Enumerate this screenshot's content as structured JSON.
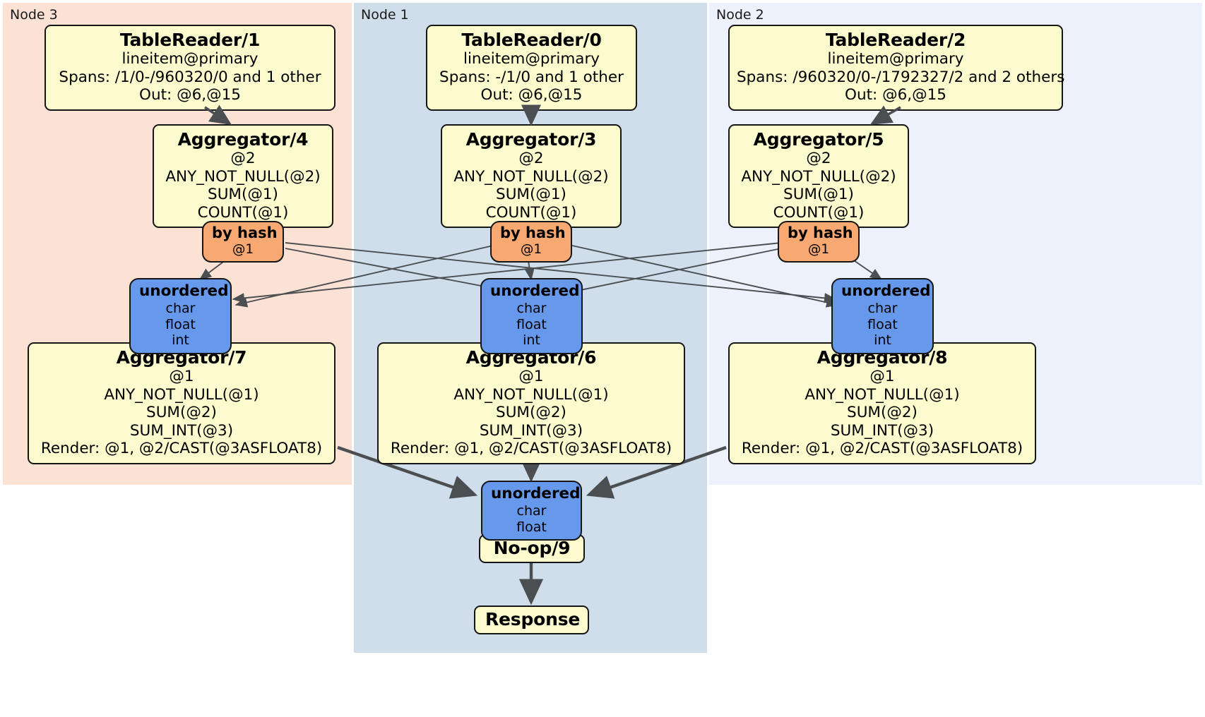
{
  "diagram": {
    "title": "Distributed SQL physical plan",
    "colors": {
      "processor_fill": "#fbfbcd",
      "router_fill": "#f7a971",
      "synchronizer_fill": "#6699ec",
      "node3_panel": "#fce1d5",
      "node1_panel": "#cfdeea",
      "node2_panel": "#edf1fb",
      "edge": "#4b4f52",
      "stroke": "#161616"
    }
  },
  "clusters": [
    {
      "id": "node3",
      "label": "Node 3",
      "fill": "#fce1d5"
    },
    {
      "id": "node1",
      "label": "Node 1",
      "fill": "#cfdeea"
    },
    {
      "id": "node2",
      "label": "Node 2",
      "fill": "#edf1fb"
    }
  ],
  "processors": {
    "tablereader_1": {
      "title": "TableReader/1",
      "lines": [
        "lineitem@primary",
        "Spans: /1/0-/960320/0 and 1 other",
        "Out: @6,@15"
      ]
    },
    "tablereader_0": {
      "title": "TableReader/0",
      "lines": [
        "lineitem@primary",
        "Spans: -/1/0 and 1 other",
        "Out: @6,@15"
      ]
    },
    "tablereader_2": {
      "title": "TableReader/2",
      "lines": [
        "lineitem@primary",
        "Spans: /960320/0-/1792327/2 and 2 others",
        "Out: @6,@15"
      ]
    },
    "aggregator_4": {
      "title": "Aggregator/4",
      "lines": [
        "@2",
        "ANY_NOT_NULL(@2)",
        "SUM(@1)",
        "COUNT(@1)"
      ]
    },
    "aggregator_3": {
      "title": "Aggregator/3",
      "lines": [
        "@2",
        "ANY_NOT_NULL(@2)",
        "SUM(@1)",
        "COUNT(@1)"
      ]
    },
    "aggregator_5": {
      "title": "Aggregator/5",
      "lines": [
        "@2",
        "ANY_NOT_NULL(@2)",
        "SUM(@1)",
        "COUNT(@1)"
      ]
    },
    "aggregator_7": {
      "title": "Aggregator/7",
      "lines": [
        "@1",
        "ANY_NOT_NULL(@1)",
        "SUM(@2)",
        "SUM_INT(@3)",
        "Render: @1, @2/CAST(@3ASFLOAT8)"
      ]
    },
    "aggregator_6": {
      "title": "Aggregator/6",
      "lines": [
        "@1",
        "ANY_NOT_NULL(@1)",
        "SUM(@2)",
        "SUM_INT(@3)",
        "Render: @1, @2/CAST(@3ASFLOAT8)"
      ]
    },
    "aggregator_8": {
      "title": "Aggregator/8",
      "lines": [
        "@1",
        "ANY_NOT_NULL(@1)",
        "SUM(@2)",
        "SUM_INT(@3)",
        "Render: @1, @2/CAST(@3ASFLOAT8)"
      ]
    },
    "noop_9": {
      "title": "No-op/9",
      "lines": []
    },
    "response": {
      "title": "Response",
      "lines": []
    }
  },
  "routers": {
    "by_hash_left": {
      "title": "by hash",
      "lines": [
        "@1"
      ]
    },
    "by_hash_center": {
      "title": "by hash",
      "lines": [
        "@1"
      ]
    },
    "by_hash_right": {
      "title": "by hash",
      "lines": [
        "@1"
      ]
    }
  },
  "synchronizers": {
    "unordered_left": {
      "title": "unordered",
      "lines": [
        "char",
        "float",
        "int"
      ]
    },
    "unordered_center": {
      "title": "unordered",
      "lines": [
        "char",
        "float",
        "int"
      ]
    },
    "unordered_right": {
      "title": "unordered",
      "lines": [
        "char",
        "float",
        "int"
      ]
    },
    "unordered_final": {
      "title": "unordered",
      "lines": [
        "char",
        "float"
      ]
    }
  }
}
